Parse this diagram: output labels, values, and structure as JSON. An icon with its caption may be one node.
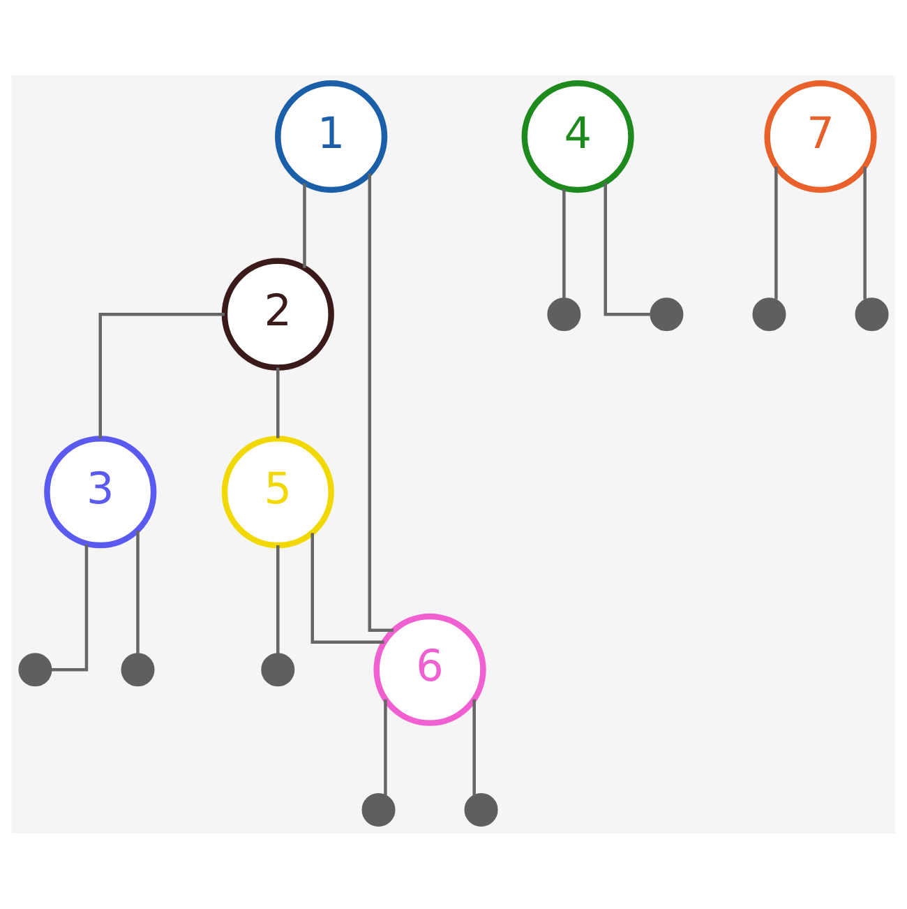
{
  "diagram": {
    "nodes": [
      {
        "text": [
          "1"
        ]
      },
      {
        "text": [
          "2"
        ]
      },
      {
        "text": [
          "3"
        ]
      },
      {
        "text": [
          "4"
        ]
      },
      {
        "text": [
          "5"
        ]
      },
      {
        "text": [
          "6"
        ]
      },
      {
        "text": [
          "7"
        ]
      },
      {
        "text": [],
        "shape": "circle"
      },
      {
        "text": [],
        "shape": "circle"
      },
      {
        "text": [],
        "shape": "circle"
      },
      {
        "text": [],
        "shape": "circle"
      },
      {
        "text": [],
        "shape": "circle"
      },
      {
        "text": [],
        "shape": "circle"
      },
      {
        "text": [],
        "shape": "circle"
      },
      {
        "text": [],
        "shape": "circle"
      },
      {
        "text": [],
        "shape": "circle"
      }
    ],
    "edges": [
      {
        "from": 0,
        "to": 1,
        "arrow": "none"
      },
      {
        "from": 1,
        "to": 2,
        "arrow": "none"
      },
      {
        "from": 1,
        "to": 4,
        "arrow": "none"
      },
      {
        "from": 0,
        "to": 5,
        "arrow": "none"
      },
      {
        "from": 2,
        "to": 7,
        "arrow": "none"
      },
      {
        "from": 2,
        "to": 10,
        "arrow": "none"
      },
      {
        "from": 3,
        "to": 8,
        "arrow": "none"
      },
      {
        "from": 3,
        "to": 9,
        "arrow": "none"
      },
      {
        "from": 4,
        "to": 14,
        "arrow": "none"
      },
      {
        "from": 4,
        "to": 5,
        "arrow": "none"
      },
      {
        "from": 5,
        "to": 13,
        "arrow": "none"
      },
      {
        "from": 5,
        "to": 15,
        "arrow": "none"
      },
      {
        "from": 6,
        "to": 12,
        "arrow": "none"
      },
      {
        "from": 6,
        "to": 11,
        "arrow": "none"
      }
    ]
  }
}
